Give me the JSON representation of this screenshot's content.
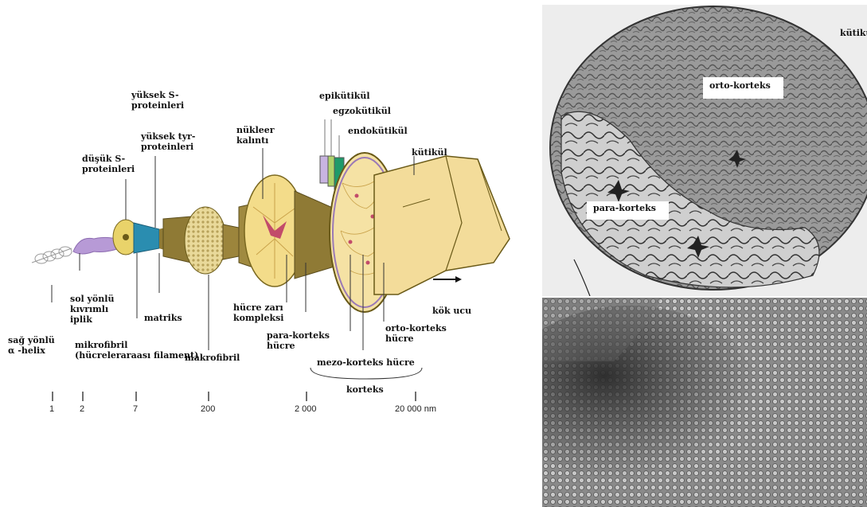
{
  "labels": {
    "sag_yonlu": "sağ yönlü\nα -helix",
    "sol_yonlu": "sol yönlü\nkıvrımlı\niplik",
    "mikrofibril": "mikrofibril\n(hücreleraraası filament)",
    "dusuk_s": "düşük S-\nproteinleri",
    "yuksek_s": "yüksek S-\nproteinleri",
    "yuksek_tyr": "yüksek tyr-\nproteinleri",
    "matriks": "matriks",
    "makrofibril": "makrofibril",
    "nukleer": "nükleer\nkalıntı",
    "hucre_zari": "hücre zarı\nkompleksi",
    "para_korteks_hucre": "para-korteks\nhücre",
    "epikutikul": "epikütikül",
    "egzokutikul": "egzokütikül",
    "endokutikul": "endokütikül",
    "kutikul": "kütikül",
    "mezo_korteks": "mezo-korteks hücre",
    "orto_korteks_hucre": "orto-korteks\nhücre",
    "korteks": "korteks",
    "kok_ucu": "kök ucu"
  },
  "scale": [
    "1",
    "2",
    "7",
    "200",
    "2 000",
    "20 000 nm"
  ],
  "micrograph": {
    "kutikul": "kütikül",
    "orto_korteks": "orto-korteks",
    "para_korteks": "para-korteks"
  }
}
